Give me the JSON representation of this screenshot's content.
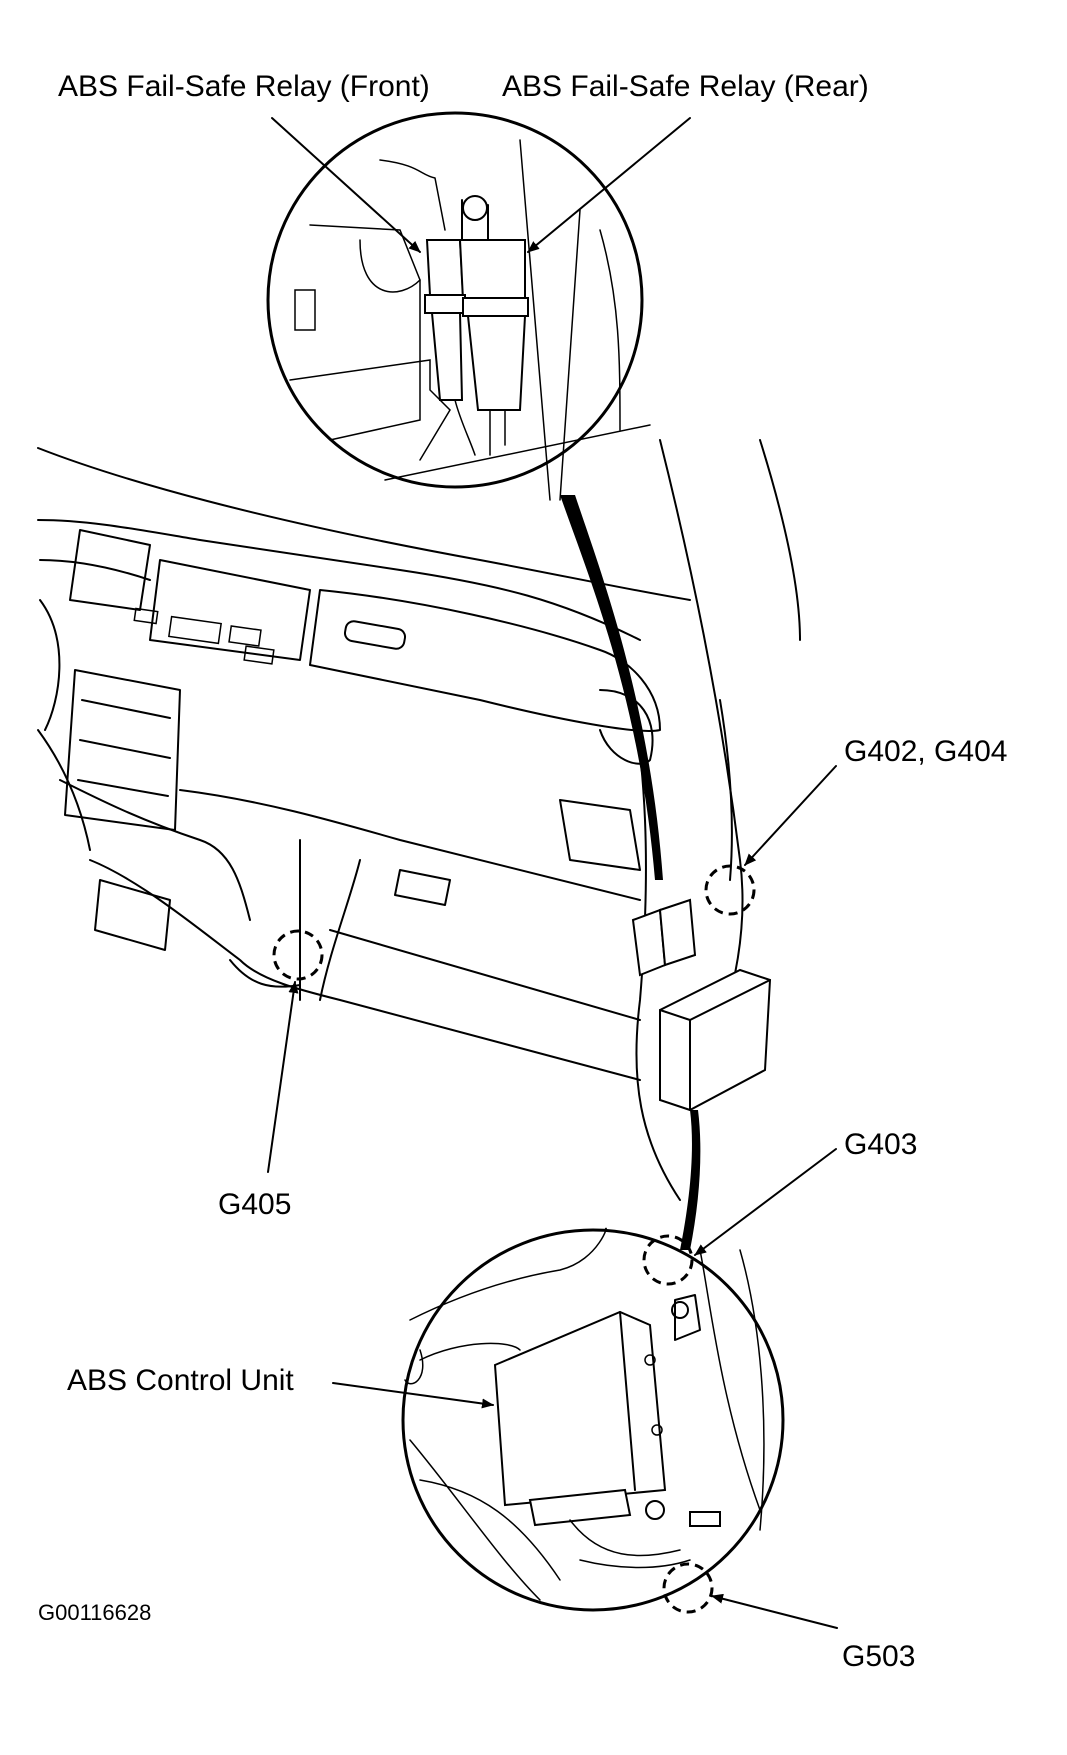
{
  "figure": {
    "id_code": "G00116628",
    "colors": {
      "line": "#000000",
      "background": "#ffffff"
    }
  },
  "labels": {
    "relay_front": "ABS Fail-Safe Relay (Front)",
    "relay_rear": "ABS Fail-Safe Relay (Rear)",
    "g402_g404": "G402, G404",
    "g405": "G405",
    "g403": "G403",
    "abs_control_unit": "ABS Control Unit",
    "g503": "G503"
  }
}
